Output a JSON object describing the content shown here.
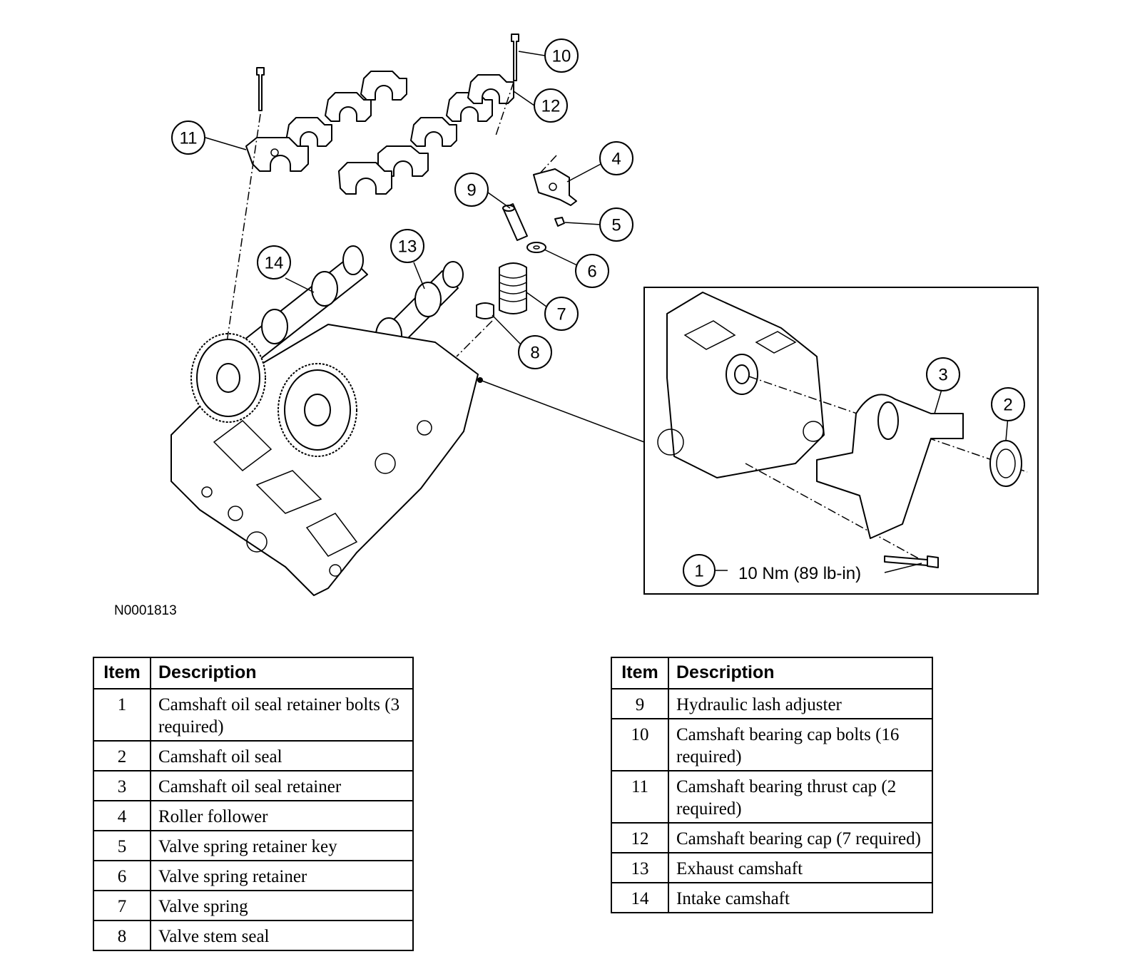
{
  "figure_id": "N0001813",
  "torque_spec": "10 Nm (89 lb-in)",
  "callouts": [
    "1",
    "2",
    "3",
    "4",
    "5",
    "6",
    "7",
    "8",
    "9",
    "10",
    "11",
    "12",
    "13",
    "14"
  ],
  "tables": [
    {
      "headers": [
        "Item",
        "Description"
      ],
      "rows": [
        {
          "item": "1",
          "description": "Camshaft oil seal retainer bolts (3 required)"
        },
        {
          "item": "2",
          "description": "Camshaft oil seal"
        },
        {
          "item": "3",
          "description": "Camshaft oil seal retainer"
        },
        {
          "item": "4",
          "description": "Roller follower"
        },
        {
          "item": "5",
          "description": "Valve spring retainer key"
        },
        {
          "item": "6",
          "description": "Valve spring retainer"
        },
        {
          "item": "7",
          "description": "Valve spring"
        },
        {
          "item": "8",
          "description": "Valve stem seal"
        }
      ]
    },
    {
      "headers": [
        "Item",
        "Description"
      ],
      "rows": [
        {
          "item": "9",
          "description": "Hydraulic lash adjuster"
        },
        {
          "item": "10",
          "description": "Camshaft bearing cap bolts (16 required)"
        },
        {
          "item": "11",
          "description": "Camshaft bearing thrust cap (2 required)"
        },
        {
          "item": "12",
          "description": "Camshaft bearing cap (7 required)"
        },
        {
          "item": "13",
          "description": "Exhaust camshaft"
        },
        {
          "item": "14",
          "description": "Intake camshaft"
        }
      ]
    }
  ]
}
